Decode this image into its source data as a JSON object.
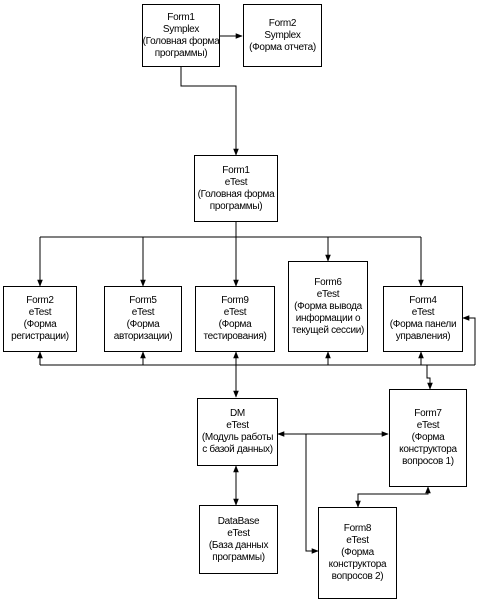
{
  "nodes": {
    "form1_symplex": {
      "name": "Form1",
      "app": "Symplex",
      "desc": [
        "(Головная форма",
        "программы)"
      ]
    },
    "form2_symplex": {
      "name": "Form2",
      "app": "Symplex",
      "desc": [
        "(Форма отчета)"
      ]
    },
    "form1_etest": {
      "name": "Form1",
      "app": "eTest",
      "desc": [
        "(Головная форма",
        "программы)"
      ]
    },
    "form2_etest": {
      "name": "Form2",
      "app": "eTest",
      "desc": [
        "(Форма",
        "регистрации)"
      ]
    },
    "form5_etest": {
      "name": "Form5",
      "app": "eTest",
      "desc": [
        "(Форма",
        "авторизации)"
      ]
    },
    "form9_etest": {
      "name": "Form9",
      "app": "eTest",
      "desc": [
        "(Форма",
        "тестирования)"
      ]
    },
    "form6_etest": {
      "name": "Form6",
      "app": "eTest",
      "desc": [
        "(Форма вывода",
        "информации о",
        "текущей сессии)"
      ]
    },
    "form4_etest": {
      "name": "Form4",
      "app": "eTest",
      "desc": [
        "(Форма панели",
        "управления)"
      ]
    },
    "dm_etest": {
      "name": "DM",
      "app": "eTest",
      "desc": [
        "(Модуль работы",
        "с базой данных)"
      ]
    },
    "form7_etest": {
      "name": "Form7",
      "app": "eTest",
      "desc": [
        "(Форма",
        "конструктора",
        "вопросов 1)"
      ]
    },
    "database_etest": {
      "name": "DataBase",
      "app": "eTest",
      "desc": [
        "(База данных",
        "программы)"
      ]
    },
    "form8_etest": {
      "name": "Form8",
      "app": "eTest",
      "desc": [
        "(Форма",
        "конструктора",
        "вопросов 2)"
      ]
    }
  }
}
